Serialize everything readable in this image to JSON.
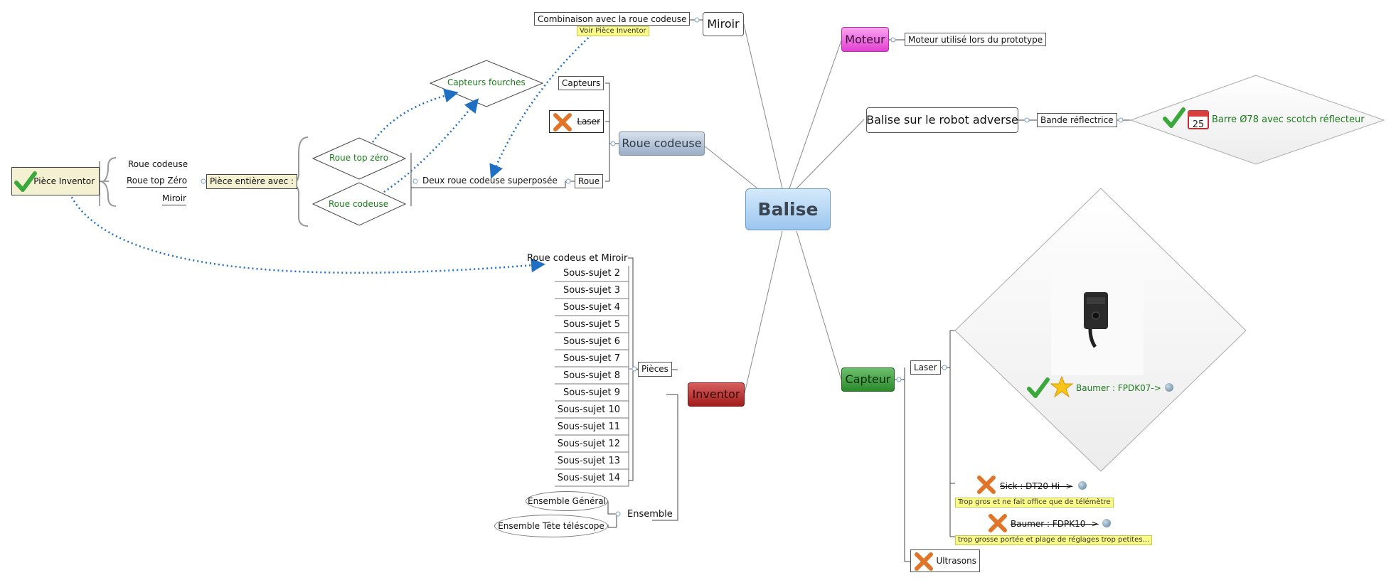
{
  "central": {
    "label": "Balise"
  },
  "branches": {
    "miroir": {
      "label": "Miroir",
      "child": "Combinaison avec la roue codeuse",
      "tooltip": "Voir Pièce Inventor"
    },
    "moteur": {
      "label": "Moteur",
      "child": "Moteur utilisé lors du prototype"
    },
    "balise_adverse": {
      "label": "Balise sur le robot adverse",
      "child": "Bande réflectrice",
      "leaf": "Barre Ø78 avec scotch réflecteur",
      "calendar_day": "25"
    },
    "roue_codeuse": {
      "label": "Roue codeuse",
      "capteurs": "Capteurs",
      "capteurs_fourches": "Capteurs fourches",
      "laser": "Laser",
      "roue": "Roue",
      "deux_roues": "Deux roue codeuse superposée",
      "roue_top_zero": "Roue top zéro",
      "roue_codeuse_diamond": "Roue codeuse",
      "piece_entiere": "Pièce entière avec :",
      "piece_list": [
        "Roue codeuse",
        "Roue top Zéro",
        "Miroir"
      ],
      "piece_inventor": "Pièce Inventor"
    },
    "inventor": {
      "label": "Inventor",
      "roue_miroir": "Roue codeus et Miroir",
      "pieces": "Pièces",
      "sous_sujets": [
        "Sous-sujet  2",
        "Sous-sujet  3",
        "Sous-sujet  4",
        "Sous-sujet  5",
        "Sous-sujet  6",
        "Sous-sujet  7",
        "Sous-sujet  8",
        "Sous-sujet  9",
        "Sous-sujet  10",
        "Sous-sujet  11",
        "Sous-sujet  12",
        "Sous-sujet  13",
        "Sous-sujet  14"
      ],
      "ensemble": "Ensemble",
      "ensemble_general": "Ensemble Général",
      "ensemble_tete": "Ensemble Tête téléscope"
    },
    "capteur": {
      "label": "Capteur",
      "laser": "Laser",
      "baumer_fpdk07": "Baumer : FPDK07->",
      "sick": "Sick : DT20 Hi ->",
      "sick_note": "Trop gros et ne fait office que de télémètre",
      "baumer_fdpk10": "Baumer : FDPK10 ->",
      "baumer_note": "trop grosse portée et plage de réglages trop petites...",
      "ultrasons": "Ultrasons"
    }
  },
  "colors": {
    "moteur": "#e64fd8",
    "roue_codeuse": "#a9b9cc",
    "inventor": "#b82828",
    "capteur": "#3c9b3c",
    "link": "#1f6fc4",
    "check": "#3aa83a",
    "cross": "#e0752a"
  }
}
